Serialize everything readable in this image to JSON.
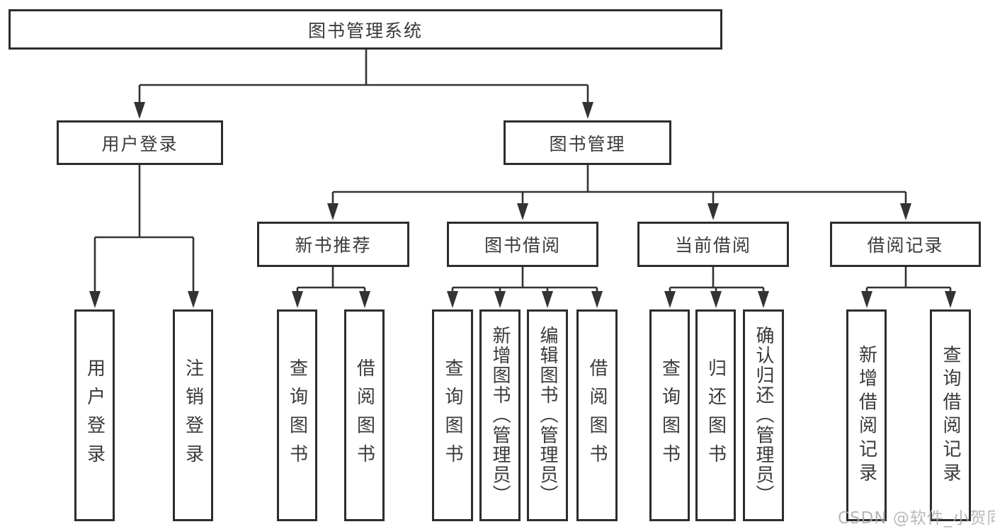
{
  "colors": {
    "background": "#ffffff",
    "box_border": "#2d2d2d",
    "connector_line": "#333333",
    "text": "#3a3a3a",
    "watermark": "#acacac"
  },
  "diagram": {
    "root": {
      "label": "图书管理系统"
    },
    "level2": [
      {
        "label": "用户登录"
      },
      {
        "label": "图书管理"
      }
    ],
    "level3": [
      {
        "label": "新书推荐"
      },
      {
        "label": "图书借阅"
      },
      {
        "label": "当前借阅"
      },
      {
        "label": "借阅记录"
      }
    ],
    "leaves": {
      "user_login": [
        {
          "label": "用户登录"
        },
        {
          "label": "注销登录"
        }
      ],
      "new_books": [
        {
          "label": "查询图书"
        },
        {
          "label": "借阅图书"
        }
      ],
      "book_borrowing": [
        {
          "label": "查询图书"
        },
        {
          "label": "新增图书（管理员）"
        },
        {
          "label": "编辑图书（管理员）"
        },
        {
          "label": "借阅图书"
        }
      ],
      "current_borrowing": [
        {
          "label": "查询图书"
        },
        {
          "label": "归还图书"
        },
        {
          "label": "确认归还（管理员）"
        }
      ],
      "borrow_records": [
        {
          "label": "新增借阅记录"
        },
        {
          "label": "查询借阅记录"
        }
      ]
    }
  },
  "watermark": {
    "text": "CSDN @软件_小贺同学"
  }
}
